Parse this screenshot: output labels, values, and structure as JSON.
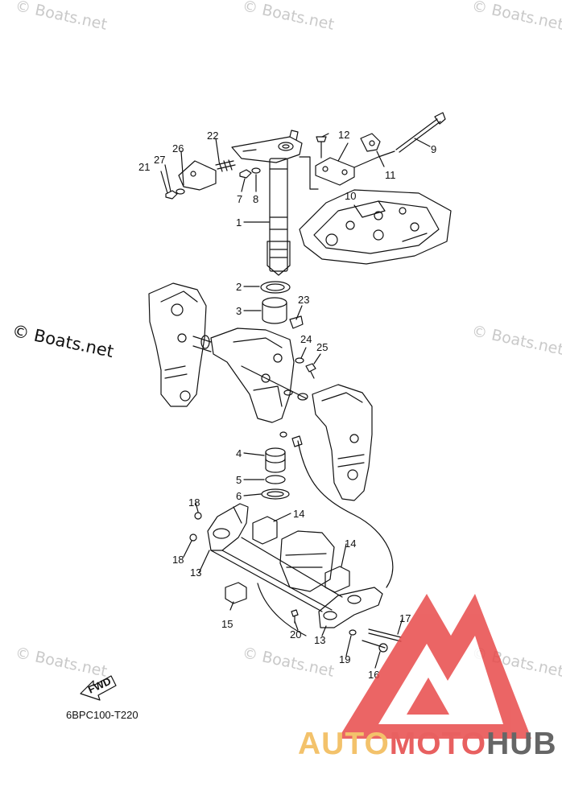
{
  "watermark": "© Boats.net",
  "side_watermark": "© Boats.net",
  "diagram_code": "6BPC100-T220",
  "fwd_label": "FWD",
  "brand": {
    "part1": "AUTO",
    "part2": "MOTO",
    "part3": "HUB",
    "colors": {
      "part1": "#f3c26b",
      "part2": "#e86060",
      "part3": "#666666",
      "triangle": "#e84b4b"
    }
  },
  "callouts": [
    "1",
    "2",
    "3",
    "4",
    "5",
    "6",
    "7",
    "8",
    "9",
    "10",
    "11",
    "12",
    "13",
    "13",
    "14",
    "14",
    "15",
    "16",
    "17",
    "18",
    "18",
    "19",
    "20",
    "21",
    "22",
    "23",
    "24",
    "25",
    "26",
    "27"
  ]
}
